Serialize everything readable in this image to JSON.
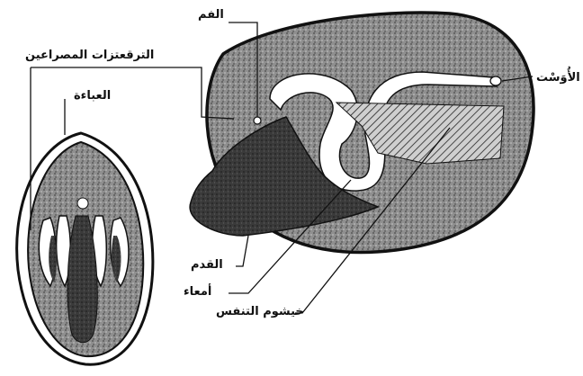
{
  "labels": {
    "mouth": "الفم",
    "tentacles": "الترقعتزات المصراعين",
    "mantle": "العباءة",
    "anus": "الأُوَسْت",
    "foot": "القدم",
    "intestine": "أمعاء",
    "gill": "خيشوم التنفس"
  },
  "colors": {
    "ink": "#111111",
    "stipple_light": "#9a9a9a",
    "stipple_dark": "#3a3a3a",
    "paper": "#ffffff"
  }
}
